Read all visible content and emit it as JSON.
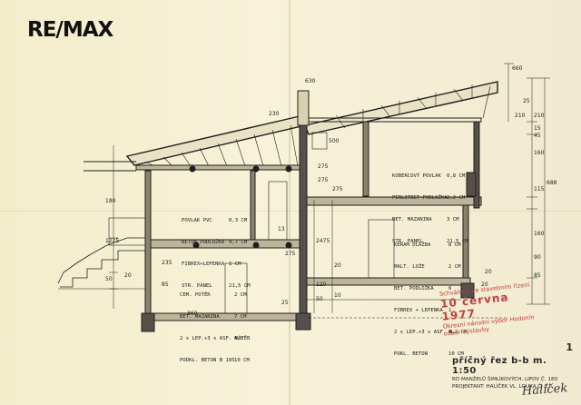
{
  "logo": "RE/MAX",
  "notes": {
    "attic_roof": [
      [
        "KOBERCOVÝ POVLAK",
        "0,8 CM"
      ],
      [
        "PERLITBET PODLOŽKA",
        "2,2 CM"
      ],
      [
        "BET. MAZANINA",
        "3 CM"
      ],
      [
        "STR. PANEL",
        "21,5 CM"
      ]
    ],
    "upper_floor_left": [
      [
        "POVLAK PVC",
        "0,3 CM"
      ],
      [
        "BETON PODLOŽKA",
        "4,7 CM"
      ],
      [
        "FIBREX+LEPENKA",
        "1 CM"
      ],
      [
        "STR. PANEL",
        "21,5 CM"
      ]
    ],
    "upper_floor_right": [
      [
        "KERAM DLAŽBA",
        "8 CM"
      ],
      [
        "MALT. LOŽE",
        "2 CM"
      ],
      [
        "BET. PODLOŽKA",
        "6"
      ],
      [
        "FIBREX + LEPENKA",
        "1"
      ],
      [
        "2 x LEP.+3 x ASF. N.",
        "0,2 CM"
      ],
      [
        "POKL. BETON",
        "10 CM"
      ]
    ],
    "ground_floor": [
      [
        "CEM. POTĚR",
        "2 CM"
      ],
      [
        "BET. MAZANINA",
        "7 CM"
      ],
      [
        "2 x LEP.+3 x ASF. NÁTĚR",
        "0,5"
      ],
      [
        "PODKL. BETON B 105",
        "10 CM"
      ]
    ]
  },
  "dimensions": [
    "630",
    "230",
    "500",
    "660",
    "275",
    "210",
    "275",
    "25",
    "210",
    "15",
    "45",
    "180",
    "160",
    "115",
    "688",
    "160",
    "90",
    "85",
    "50",
    "20",
    "1225",
    "275",
    "275",
    "13",
    "20",
    "20",
    "2475",
    "235",
    "120",
    "10",
    "50",
    "85",
    "20",
    "360",
    "25"
  ],
  "stamp": {
    "line1": "Schváleno ve stavebním řízení",
    "date": "10 června 1977",
    "office": "Okresní národní výbor Hodonín",
    "line3": "odbor výstavby"
  },
  "titleblock": {
    "sheet_number": "1",
    "title": "příčný řez b-b    m. 1:50",
    "line1": "RD MANŽELŮ ŠIMLÍKOVÝCH, LIPOV Č. 180",
    "line2": "PROJEKTANT: HALÍČEK VL. LOUKA Č. 87"
  },
  "signature": "Halíček",
  "colors": {
    "paper": "#f6f0d2",
    "ink": "#1e1e1e",
    "stamp": "#c33d3a"
  }
}
